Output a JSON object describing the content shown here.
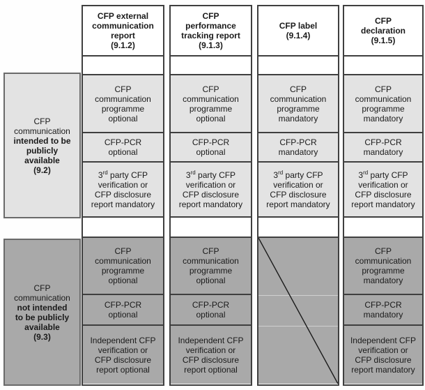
{
  "colors": {
    "public_bg": "#e3e3e3",
    "private_bg": "#a9a9a9",
    "column_border": "#3f3f3f",
    "group_border": "#6a6a6a",
    "text": "#1a1a1a"
  },
  "left_groups": [
    {
      "normal": "CFP\ncommunication\n",
      "bold": "intended to be\npublicly\navailable\n(9.2)"
    },
    {
      "normal": "CFP\ncommunication\n",
      "bold": "not intended\nto be publicly\navailable\n(9.3)"
    }
  ],
  "columns": [
    {
      "header": "CFP external\ncommunication\nreport\n(9.1.2)",
      "public": {
        "programme": "CFP\ncommunication\nprogramme\noptional",
        "pcr": "CFP-PCR\noptional",
        "verification_pre": "3",
        "verification_sup": "rd",
        "verification_post": " party CFP\nverification or\nCFP disclosure\nreport mandatory"
      },
      "private": {
        "programme": "CFP\ncommunication\nprogramme\noptional",
        "pcr": "CFP-PCR\noptional",
        "verification": "Independent CFP\nverification or\nCFP disclosure\nreport optional"
      }
    },
    {
      "header": "CFP\nperformance\ntracking report\n(9.1.3)",
      "public": {
        "programme": "CFP\ncommunication\nprogramme\noptional",
        "pcr": "CFP-PCR\noptional",
        "verification_pre": "3",
        "verification_sup": "rd",
        "verification_post": " party CFP\nverification or\nCFP disclosure\nreport mandatory"
      },
      "private": {
        "programme": "CFP\ncommunication\nprogramme\noptional",
        "pcr": "CFP-PCR\noptional",
        "verification": "Independent CFP\nverification or\nCFP disclosure\nreport optional"
      }
    },
    {
      "header": "CFP label\n(9.1.4)",
      "public": {
        "programme": "CFP\ncommunication\nprogramme\nmandatory",
        "pcr": "CFP-PCR\nmandatory",
        "verification_pre": "3",
        "verification_sup": "rd",
        "verification_post": " party CFP\nverification or\nCFP disclosure\nreport mandatory"
      },
      "private": {
        "not_applicable": true
      }
    },
    {
      "header": "CFP\ndeclaration\n(9.1.5)",
      "public": {
        "programme": "CFP\ncommunication\nprogramme\nmandatory",
        "pcr": "CFP-PCR\nmandatory",
        "verification_pre": "3",
        "verification_sup": "rd",
        "verification_post": " party CFP\nverification or\nCFP disclosure\nreport mandatory"
      },
      "private": {
        "programme": "CFP\ncommunication\nprogramme\nmandatory",
        "pcr": "CFP-PCR\nmandatory",
        "verification": "Independent CFP\nverification or\nCFP disclosure\nreport mandatory"
      }
    }
  ]
}
